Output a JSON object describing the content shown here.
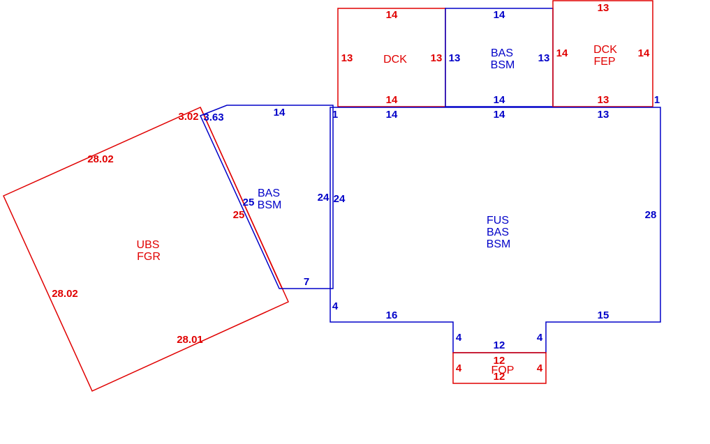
{
  "colors": {
    "red": "#e00000",
    "blue": "#0000c8"
  },
  "areas": {
    "dck_left": [
      "DCK"
    ],
    "bas_top": [
      "BAS",
      "BSM"
    ],
    "dck_fep": [
      "DCK",
      "FEP"
    ],
    "bas_left": [
      "BAS",
      "BSM"
    ],
    "ubs_fgr": [
      "UBS",
      "FGR"
    ],
    "main": [
      "FUS",
      "BAS",
      "BSM"
    ],
    "fop": [
      "FOP"
    ]
  },
  "dims": {
    "dck_left_top": "14",
    "dck_left_bottom": "14",
    "dck_left_left": "13",
    "dck_left_right": "13",
    "bas_top_top": "14",
    "bas_top_bottom": "14",
    "bas_top_left": "13",
    "bas_top_right": "13",
    "fep_top": "13",
    "fep_bottom": "13",
    "fep_left": "14",
    "fep_right": "14",
    "fep_corner": "1",
    "main_top_a": "14",
    "main_top_b": "14",
    "main_top_c": "13",
    "main_right": "28",
    "main_left": "24",
    "main_left_step": "4",
    "main_bottom_left": "16",
    "main_bottom_right": "15",
    "main_notch_left": "4",
    "main_notch_right": "4",
    "main_notch_bottom": "12",
    "main_corner": "1",
    "bas_left_top": "14",
    "bas_left_diag": "3.63",
    "bas_left_side": "25",
    "bas_left_right": "24",
    "bas_left_bottom": "7",
    "ubs_top": "28.02",
    "ubs_left": "28.02",
    "ubs_bottom": "28.01",
    "ubs_small": "3.02",
    "ubs_right": "25",
    "fop_top": "12",
    "fop_bottom": "12",
    "fop_left": "4",
    "fop_right": "4"
  }
}
